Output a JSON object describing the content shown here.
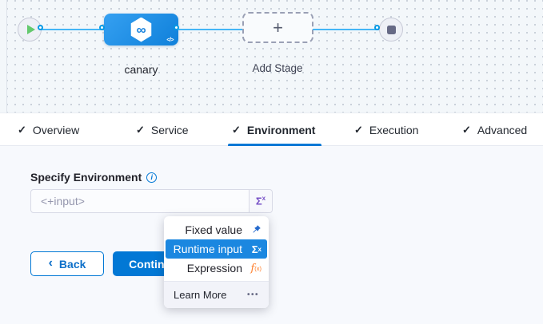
{
  "pipeline_canvas": {
    "stage_label": "canary",
    "stage_icon_symbol": "∞",
    "stage_code_icon": "</>",
    "add_stage_label": "Add Stage",
    "add_stage_plus": "+"
  },
  "tabs": [
    {
      "check": "✓",
      "label": "Overview",
      "active": false
    },
    {
      "check": "✓",
      "label": "Service",
      "active": false
    },
    {
      "check": "✓",
      "label": "Environment",
      "active": true
    },
    {
      "check": "✓",
      "label": "Execution",
      "active": false
    },
    {
      "check": "✓",
      "label": "Advanced",
      "active": false
    }
  ],
  "form": {
    "label": "Specify Environment",
    "info_icon": "i",
    "input_placeholder": "<+input>",
    "sigma": "Σ",
    "sigma_sup": "x"
  },
  "actions": {
    "back_chevron": "‹",
    "back_label": "Back",
    "continue_label": "Continue"
  },
  "value_type_menu": {
    "items": [
      {
        "label": "Fixed value",
        "icon": "pin-icon",
        "selected": false
      },
      {
        "label": "Runtime input",
        "icon": "sigma-icon",
        "selected": true
      },
      {
        "label": "Expression",
        "icon": "fx-icon",
        "selected": false
      }
    ],
    "sigma": "Σ",
    "sigma_sup": "x",
    "fx_f": "f",
    "fx_sub": "(x)",
    "footer": {
      "learn_more": "Learn More",
      "ellipsis": "•••"
    }
  },
  "colors": {
    "primary_blue": "#0278d5",
    "connector_blue": "#45b6f6",
    "node_blue": "#1688e0",
    "menu_highlight_blue": "#1b87e0",
    "expression_orange": "#ff7b26",
    "runtime_purple": "#7650c6",
    "start_green": "#64c96e"
  }
}
